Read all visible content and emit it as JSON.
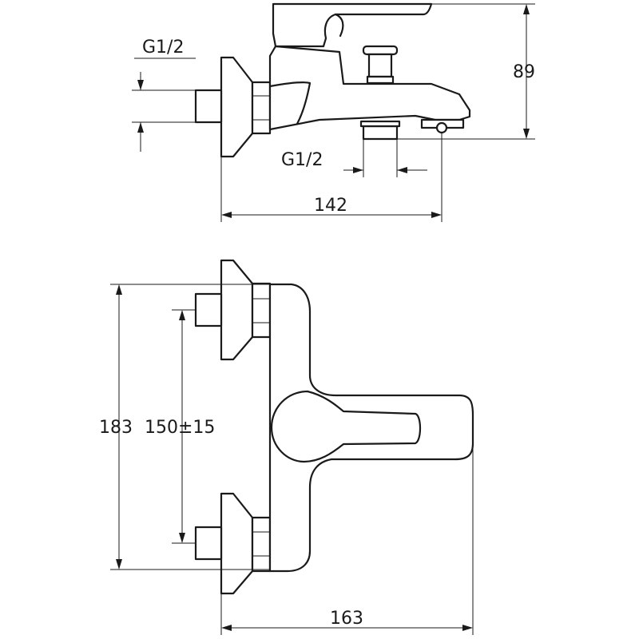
{
  "labels": {
    "top_thread": "G1/2",
    "bottom_thread": "G1/2",
    "height": "89",
    "side_width": "142",
    "overall_height": "183",
    "center_distance": "150±15",
    "front_width": "163"
  }
}
